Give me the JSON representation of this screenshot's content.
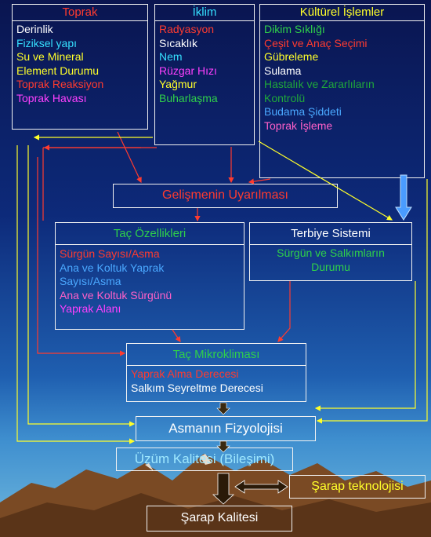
{
  "colors": {
    "red": "#ff3b2f",
    "white": "#ffffff",
    "yellow": "#ffff2a",
    "cyan": "#35e0ff",
    "green": "#2fd04a",
    "blue": "#4aa8ff",
    "magenta": "#ff40ff",
    "pink": "#ff60c8",
    "darkgreen": "#1fa83a",
    "orange": "#ff8a30"
  },
  "toprak": {
    "title": "Toprak",
    "items": [
      {
        "t": "Derinlik",
        "c": "white"
      },
      {
        "t": "Fiziksel yapı",
        "c": "cyan"
      },
      {
        "t": "Su ve Mineral",
        "c": "yellow"
      },
      {
        "t": "Element Durumu",
        "c": "yellow"
      },
      {
        "t": "Toprak Reaksiyon",
        "c": "red"
      },
      {
        "t": "Toprak Havası",
        "c": "magenta"
      }
    ]
  },
  "iklim": {
    "title": "İklim",
    "items": [
      {
        "t": "Radyasyon",
        "c": "red"
      },
      {
        "t": "Sıcaklık",
        "c": "white"
      },
      {
        "t": "Nem",
        "c": "cyan"
      },
      {
        "t": "Rüzgar Hızı",
        "c": "magenta"
      },
      {
        "t": "Yağmur",
        "c": "yellow"
      },
      {
        "t": "Buharlaşma",
        "c": "green"
      }
    ]
  },
  "kultur": {
    "title": "Kültürel İşlemler",
    "items": [
      {
        "t": "Dikim Sıklığı",
        "c": "green"
      },
      {
        "t": "Çeşit ve Anaç Seçimi",
        "c": "red"
      },
      {
        "t": "Gübreleme",
        "c": "yellow"
      },
      {
        "t": "Sulama",
        "c": "white"
      },
      {
        "t": "Hastalık ve Zararlıların",
        "c": "darkgreen"
      },
      {
        "t": "Kontrolü",
        "c": "darkgreen"
      },
      {
        "t": "Budama Şiddeti",
        "c": "blue"
      },
      {
        "t": "Toprak İşleme",
        "c": "pink"
      }
    ]
  },
  "gelisme": {
    "title": "Gelişmenin Uyarılması"
  },
  "tac_ozellik": {
    "title": "Taç Özellikleri",
    "items": [
      {
        "t": "Sürgün Sayısı/Asma",
        "c": "red"
      },
      {
        "t": "Ana ve Koltuk Yaprak",
        "c": "blue"
      },
      {
        "t": "Sayısı/Asma",
        "c": "blue"
      },
      {
        "t": "Ana ve Koltuk Sürgünü",
        "c": "pink"
      },
      {
        "t": "Yaprak Alanı",
        "c": "magenta"
      }
    ]
  },
  "terbiye": {
    "title": "Terbiye Sistemi",
    "items": [
      {
        "t": "Sürgün ve Salkımların",
        "c": "green"
      },
      {
        "t": "Durumu",
        "c": "green"
      }
    ]
  },
  "mikroklima": {
    "title": "Taç Mikrokliması",
    "items": [
      {
        "t": "Yaprak Alma Derecesi",
        "c": "red"
      },
      {
        "t": "Salkım Seyreltme Derecesi",
        "c": "white"
      }
    ]
  },
  "fizyoloji": {
    "title": "Asmanın Fizyolojisi"
  },
  "uzum": {
    "title": "Üzüm Kalitesi (Bileşimi)"
  },
  "sarap_tek": {
    "title": "Şarap teknolojisi"
  },
  "sarap_kal": {
    "title": "Şarap Kalitesi"
  }
}
